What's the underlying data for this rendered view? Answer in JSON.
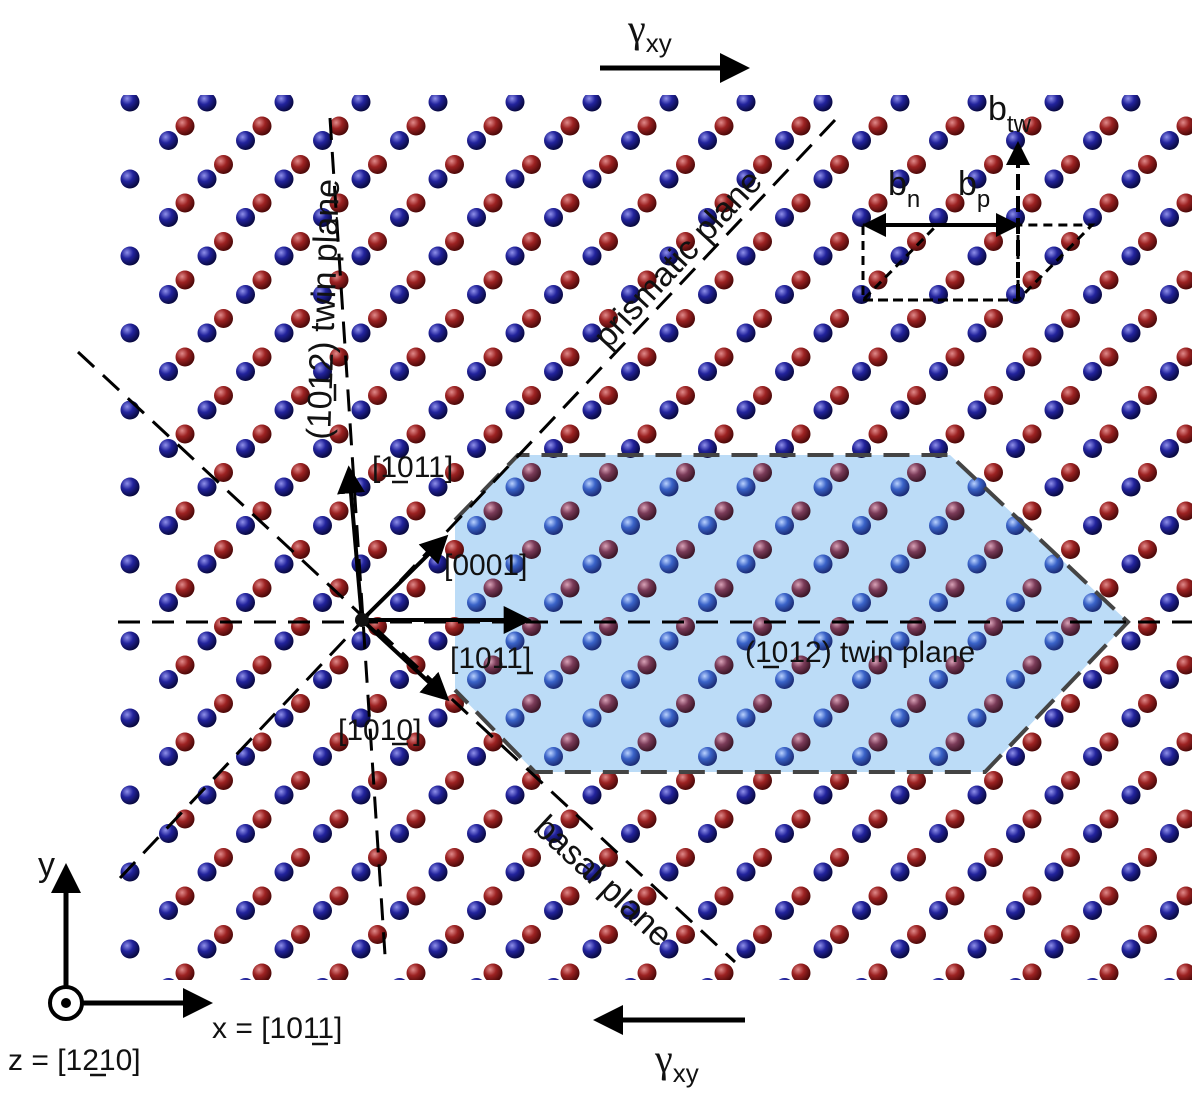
{
  "labels": {
    "shear_top": "γ",
    "shear_top_sub": "xy",
    "shear_bottom": "γ",
    "shear_bottom_sub": "xy",
    "twin_plane_vertical": "(1012) twin plane",
    "twin_plane_horizontal": "(1012) twin plane",
    "prismatic_plane": "prismatic plane",
    "basal_plane": "basal plane",
    "dir_1011_up": "[1011]",
    "dir_0001": "[0001]",
    "dir_1011_x": "[1011]",
    "dir_1010": "[1010]",
    "b_tw": "b",
    "b_tw_sub": "tw",
    "b_n": "b",
    "b_n_sub": "n",
    "b_p": "b",
    "b_p_sub": "p",
    "axis_y": "y",
    "axis_x": "x = [1011]",
    "axis_z": "z = [1210]"
  },
  "colors": {
    "atom_red": "#8b1a1a",
    "atom_blue": "#1a1a8b",
    "twin_region_fill": "#bcdcf7",
    "twin_region_stroke": "#444444",
    "line": "#000000"
  }
}
